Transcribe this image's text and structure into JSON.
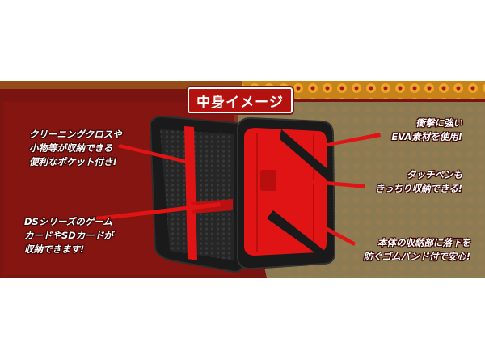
{
  "title": "中身イメージ",
  "callouts": {
    "pocket": [
      "クリーニングクロスや",
      "小物等が収納できる",
      "便利なポケット付き!"
    ],
    "cards": [
      "DSシリーズのゲーム",
      "カードやSDカードが",
      "収納できます!"
    ],
    "eva": [
      "衝撃に強い",
      "EVA素材を使用!"
    ],
    "pen": [
      "タッチペンも",
      "きっちり収納できる!"
    ],
    "band": [
      "本体の収納部に落下を",
      "防ぐゴムバンド付で安心!"
    ]
  },
  "colors": {
    "banner_dark": "#7a1410",
    "banner_right": "#8c7a52",
    "accent_red": "#e01414",
    "title_box": "#b3120f",
    "case_black": "#1a1a1a",
    "text": "#ffffff"
  }
}
